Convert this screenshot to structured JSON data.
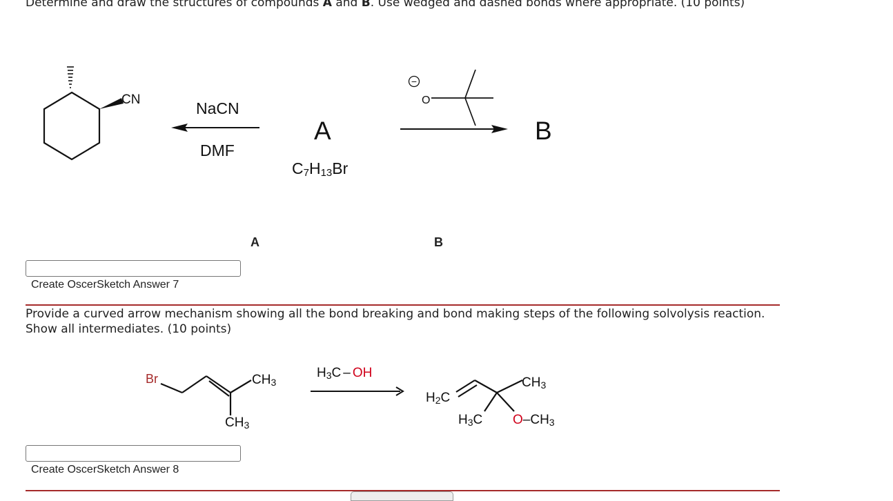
{
  "q1": {
    "prompt_pre": "Determine and draw the structures of compounds ",
    "a": "A",
    "and_word": " and ",
    "b": "B",
    "prompt_post": ".  Use wedged and dashed bonds where appropriate.  (10 points)",
    "scheme": {
      "product_substituent": "CN",
      "reagent_top": "NaCN",
      "reagent_bottom": "DMF",
      "compound_a": "A",
      "formula_c": "C",
      "formula_c_sub": "7",
      "formula_h": "H",
      "formula_h_sub": "13",
      "formula_br": "Br",
      "compound_b": "B",
      "anion_charge": "−",
      "anion_o": "O"
    },
    "answer_label_a": "A",
    "answer_label_b": "B",
    "answer_link": "Create OscerSketch Answer 7"
  },
  "q2": {
    "prompt": "Provide a curved arrow mechanism showing all the bond breaking and bond making steps of the following solvolysis reaction.  Show all intermediates.  (10 points)",
    "scheme": {
      "br": "Br",
      "ch3_right": "CH",
      "ch3_right_sub": "3",
      "ch3_bottom": "CH",
      "ch3_bottom_sub": "3",
      "solvent_h3c": "H",
      "solvent_h3c_sub": "3",
      "solvent_c": "C",
      "solvent_dash": "–",
      "solvent_oh": "OH",
      "prod_h2c": "H",
      "prod_h2c_sub": "2",
      "prod_h2c_c": "C",
      "prod_ch3": "CH",
      "prod_ch3_sub": "3",
      "prod_h3c": "H",
      "prod_h3c_sub": "3",
      "prod_h3c_c": "C",
      "prod_o": "O",
      "prod_och3": "–CH",
      "prod_och3_sub": "3"
    },
    "answer_link": "Create OscerSketch Answer 8"
  },
  "colors": {
    "divider": "#a52a2a",
    "oxygen": "#d0021b",
    "bromine": "#a52a2a",
    "text": "#222222"
  }
}
